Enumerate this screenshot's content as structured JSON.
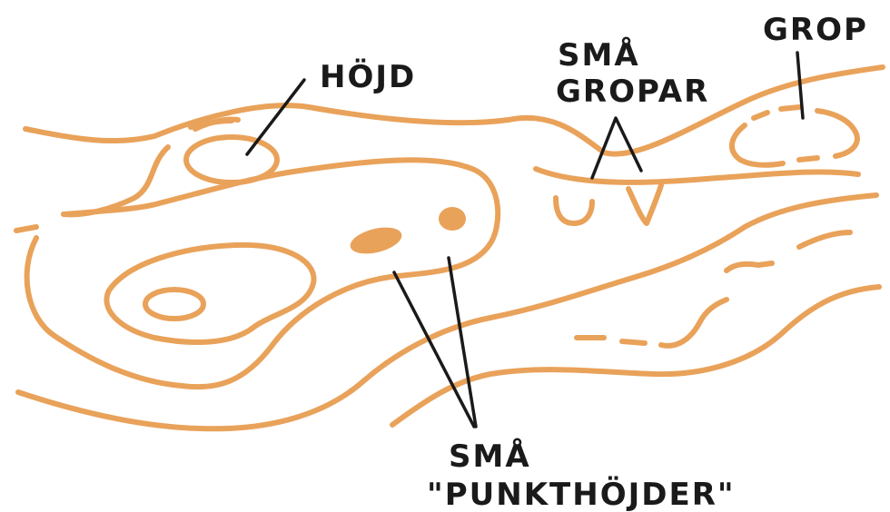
{
  "labels": {
    "hojd": "HÖJD",
    "sma_gropar_1": "SMÅ",
    "sma_gropar_2": "GROPAR",
    "grop": "GROP",
    "punkt_1": "SMÅ",
    "punkt_2": "\"PUNKTHÖJDER\""
  },
  "colors": {
    "contour": "#e9a25a",
    "fill": "#e9a25a",
    "ink": "#1a1a1a",
    "background": "#ffffff"
  }
}
